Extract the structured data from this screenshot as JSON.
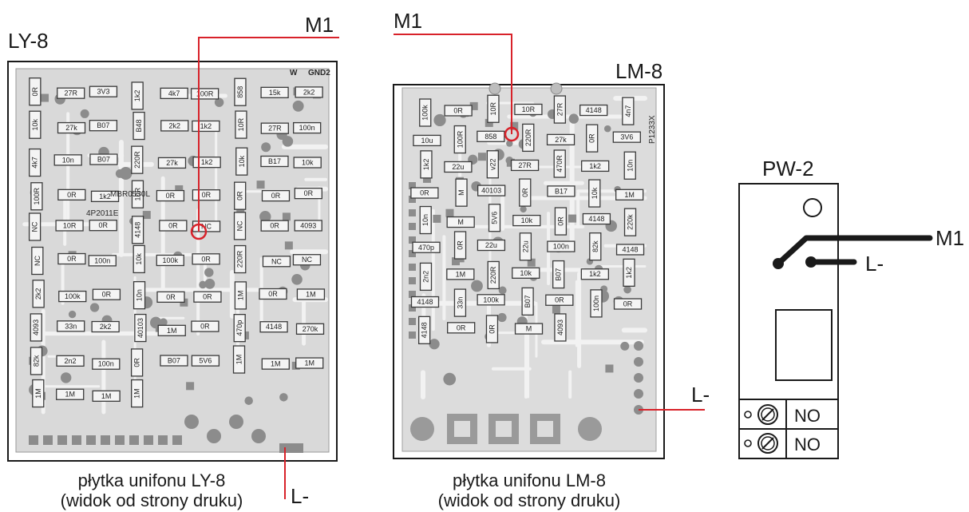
{
  "colors": {
    "wire_red": "#d8222a",
    "pcb_fill": "#dcdcdc",
    "component": "#555555",
    "ink": "#1a1a1a"
  },
  "ly8": {
    "title": "LY-8",
    "board_code": "4P2011E",
    "chip_label": "MBR0530L",
    "corner_w": "W",
    "corner_gnd": "GND2",
    "caption_line1": "płytka unifonu LY-8",
    "caption_line2": "(widok od strony druku)",
    "wire_m1": "M1",
    "wire_l": "L-"
  },
  "lm8": {
    "title": "LM-8",
    "board_code": "P1233X",
    "caption_line1": "płytka unifonu LM-8",
    "caption_line2": "(widok od strony druku)",
    "wire_m1": "M1",
    "wire_l": "L-"
  },
  "pw2": {
    "title": "PW-2",
    "wire_m1": "M1",
    "wire_l": "L-",
    "terminal_1": "NO",
    "terminal_2": "NO"
  },
  "components": {
    "ly8": [
      "0R",
      "27R",
      "3V3",
      "1k2",
      "4k7",
      "100R",
      "858",
      "15k",
      "2k2",
      "10k",
      "27k",
      "B07",
      "B48",
      "2k2",
      "1k2",
      "10R",
      "27R",
      "100n",
      "4k7",
      "10n",
      "B07",
      "220R",
      "27k",
      "1k2",
      "10k",
      "B17",
      "10k",
      "100R",
      "0R",
      "1k2",
      "10R",
      "0R",
      "0R",
      "0R",
      "0R",
      "0R",
      "NC",
      "10R",
      "0R",
      "4148",
      "0R",
      "NC",
      "NC",
      "0R",
      "4093",
      "NC",
      "0R",
      "100n",
      "10k",
      "100k",
      "0R",
      "220R",
      "NC",
      "NC",
      "2k2",
      "100k",
      "0R",
      "10n",
      "0R",
      "0R",
      "1M",
      "0R",
      "1M",
      "4093",
      "33n",
      "2k2",
      "40103",
      "1M",
      "0R",
      "470p",
      "4148",
      "270k",
      "82k",
      "2n2",
      "100n",
      "0R",
      "B07",
      "5V6",
      "1M",
      "1M",
      "1M",
      "1M",
      "1M",
      "1M",
      "1M"
    ],
    "lm8": [
      "100k",
      "0R",
      "10R",
      "10R",
      "27R",
      "4148",
      "4n7",
      "10u",
      "100R",
      "858",
      "220R",
      "27k",
      "0R",
      "3V6",
      "1k2",
      "22u",
      "v22",
      "27R",
      "470R",
      "1k2",
      "10n",
      "0R",
      "M",
      "40103",
      "0R",
      "B17",
      "10k",
      "1M",
      "10n",
      "M",
      "5V6",
      "10k",
      "0R",
      "4148",
      "220k",
      "470p",
      "0R",
      "22u",
      "22u",
      "100n",
      "82k",
      "4148",
      "2n2",
      "1M",
      "220R",
      "10k",
      "B07",
      "1k2",
      "1k2",
      "4148",
      "33n",
      "100k",
      "B07",
      "0R",
      "100n",
      "0R",
      "4148",
      "0R",
      "0R",
      "M",
      "4093"
    ]
  }
}
